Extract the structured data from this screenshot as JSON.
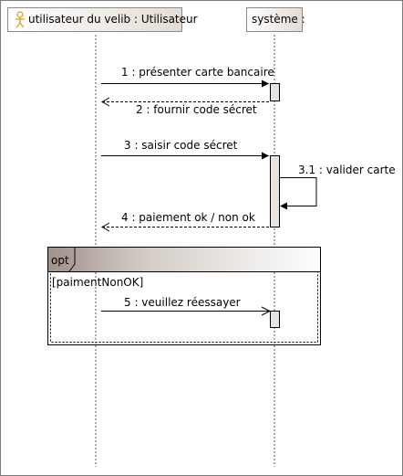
{
  "lifelines": {
    "actor": {
      "label": "utilisateur du velib : Utilisateur",
      "icon": "stick-figure-actor-icon"
    },
    "system": {
      "label": "système :"
    }
  },
  "messages": [
    {
      "number": "1",
      "label": "1 : présenter carte bancaire",
      "kind": "synchronous",
      "from": "actor",
      "to": "system"
    },
    {
      "number": "2",
      "label": "2 : fournir code sécret",
      "kind": "return",
      "from": "system",
      "to": "actor"
    },
    {
      "number": "3",
      "label": "3 : saisir code sécret",
      "kind": "synchronous",
      "from": "actor",
      "to": "system"
    },
    {
      "number": "3.1",
      "label": "3.1 : valider carte",
      "kind": "self",
      "from": "system",
      "to": "system"
    },
    {
      "number": "4",
      "label": "4 : paiement ok / non ok",
      "kind": "return",
      "from": "system",
      "to": "actor"
    },
    {
      "number": "5",
      "label": "5 : veuillez réessayer",
      "kind": "asynchronous",
      "from": "actor",
      "to": "system"
    }
  ],
  "fragment": {
    "operator": "opt",
    "guard": "[paimentNonOK]"
  },
  "colors": {
    "header_fill_start": "#ffffff",
    "header_fill_end": "#e4dcd4",
    "header_border": "#8a8a8a",
    "lifeline_dash": "#555555",
    "activation_fill": "#e8e3de",
    "line": "#000000",
    "actor_icon": "#d4a017",
    "fragment_tab_start": "#a89c94",
    "fragment_tab_end": "#ffffff"
  }
}
